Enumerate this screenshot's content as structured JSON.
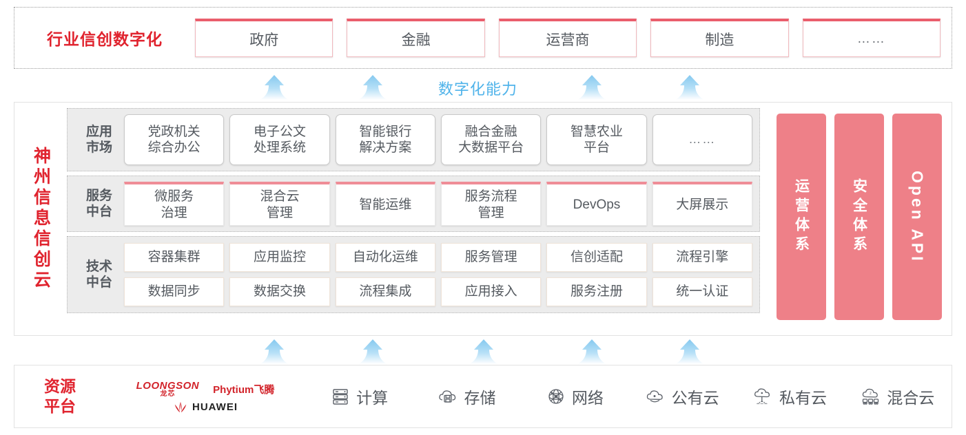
{
  "industry": {
    "title": "行业信创数字化",
    "cards": [
      {
        "label": "政府"
      },
      {
        "label": "金融"
      },
      {
        "label": "运营商"
      },
      {
        "label": "制造"
      },
      {
        "label": "……"
      }
    ]
  },
  "capability": {
    "label": "数字化能力"
  },
  "cloud": {
    "title": "神州信息信创云",
    "bands": [
      {
        "key": "app-market",
        "label": "应用\n市场",
        "label_lines": [
          "应用",
          "市场"
        ],
        "cells": [
          {
            "lines": [
              "党政机关",
              "综合办公"
            ]
          },
          {
            "lines": [
              "电子公文",
              "处理系统"
            ]
          },
          {
            "lines": [
              "智能银行",
              "解决方案"
            ]
          },
          {
            "lines": [
              "融合金融",
              "大数据平台"
            ]
          },
          {
            "lines": [
              "智慧农业",
              "平台"
            ]
          },
          {
            "lines": [
              "……"
            ]
          }
        ]
      },
      {
        "key": "service-platform",
        "label_lines": [
          "服务",
          "中台"
        ],
        "cells": [
          {
            "lines": [
              "微服务",
              "治理"
            ]
          },
          {
            "lines": [
              "混合云",
              "管理"
            ]
          },
          {
            "lines": [
              "智能运维"
            ]
          },
          {
            "lines": [
              "服务流程",
              "管理"
            ]
          },
          {
            "lines": [
              "DevOps"
            ]
          },
          {
            "lines": [
              "大屏展示"
            ]
          }
        ]
      },
      {
        "key": "tech-platform",
        "label_lines": [
          "技术",
          "中台"
        ],
        "rows": [
          [
            "容器集群",
            "应用监控",
            "自动化运维",
            "服务管理",
            "信创适配",
            "流程引擎"
          ],
          [
            "数据同步",
            "数据交换",
            "流程集成",
            "应用接入",
            "服务注册",
            "统一认证"
          ]
        ]
      }
    ],
    "pillars": [
      {
        "label": "运营体系",
        "latin": false
      },
      {
        "label": "安全体系",
        "latin": false
      },
      {
        "label": "Open API",
        "latin": true
      }
    ]
  },
  "resources": {
    "title_lines": [
      "资源",
      "平台"
    ],
    "logos": [
      {
        "name": "loongson",
        "en": "LOONGSON",
        "cn": "龙芯"
      },
      {
        "name": "phytium",
        "text": "Phytium飞腾"
      },
      {
        "name": "huawei",
        "text": "HUAWEI"
      }
    ],
    "items": [
      {
        "icon": "server-icon",
        "label": "计算"
      },
      {
        "icon": "storage-cloud-icon",
        "label": "存储"
      },
      {
        "icon": "network-icon",
        "label": "网络"
      },
      {
        "icon": "public-cloud-icon",
        "label": "公有云"
      },
      {
        "icon": "private-cloud-icon",
        "label": "私有云"
      },
      {
        "icon": "hybrid-cloud-icon",
        "label": "混合云"
      }
    ]
  },
  "colors": {
    "brand_red": "#e0232e",
    "pink": "#ee8088",
    "card_pink_border": "#ea5e6c",
    "arrow_blue": "#9fd4f3",
    "capability_blue": "#4fb3ea",
    "band_gray": "#ececec",
    "text_gray": "#555a60"
  }
}
